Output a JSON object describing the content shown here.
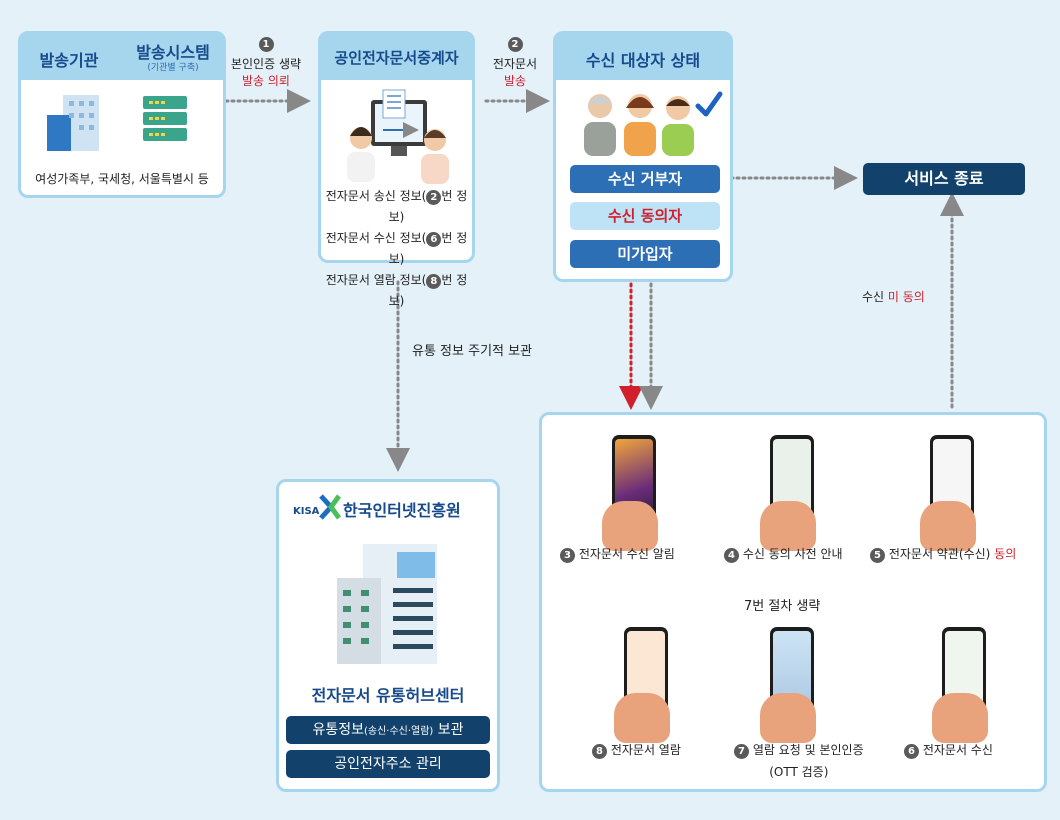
{
  "issuer": {
    "title": "발송기관",
    "system_title": "발송시스템",
    "system_sub": "(기관별 구축)",
    "examples": "여성가족부, 국세청, 서울특별시 등"
  },
  "step1": {
    "num": "1",
    "line1": "본인인증 생략",
    "line2": "발송 의뢰"
  },
  "broker": {
    "title": "공인전자문서중계자",
    "info": [
      {
        "pre": "전자문서 송신 정보(",
        "num": "2",
        "post": "번 정보)"
      },
      {
        "pre": "전자문서 수신 정보(",
        "num": "6",
        "post": "번 정보)"
      },
      {
        "pre": "전자문서 열람 정보(",
        "num": "8",
        "post": "번 정보)"
      }
    ]
  },
  "step2": {
    "num": "2",
    "line1": "전자문서",
    "line2": "발송"
  },
  "recipient": {
    "title": "수신 대상자 상태",
    "refuser": "수신 거부자",
    "consenter": "수신 동의자",
    "unsubscribed": "미가입자"
  },
  "service_end": "서비스 종료",
  "no_consent": {
    "pre": "수신 ",
    "red": "미 동의"
  },
  "archive_note": "유통 정보 주기적 보관",
  "kisa": {
    "logo_small": "KISA",
    "name": "한국인터넷진흥원",
    "center": "전자문서 유통허브센터",
    "btn1_main": "유통정보",
    "btn1_small": "(송신·수신·열람)",
    "btn1_end": " 보관",
    "btn2": "공인전자주소 관리"
  },
  "steps": {
    "s3": {
      "num": "3",
      "label": "전자문서 수신 알림"
    },
    "s4": {
      "num": "4",
      "label": "수신 동의 사전 안내"
    },
    "s5": {
      "num": "5",
      "label": "전자문서 약관(수신) ",
      "red": "동의"
    },
    "s6": {
      "num": "6",
      "label": "전자문서 수신"
    },
    "s7": {
      "num": "7",
      "label": "열람 요청 및 본인인증",
      "label2": "(OTT 검증)"
    },
    "s8": {
      "num": "8",
      "label": "전자문서 열람"
    },
    "skip": "7번 절차 생략"
  },
  "colors": {
    "accent": "#174a8c",
    "box_border": "#a6d6ee",
    "red": "#d0202c",
    "dark_btn": "#12416b",
    "mid_btn": "#2c6fb5"
  },
  "icons": [
    "building-icon",
    "server-icon",
    "broker-people-icon",
    "recipients-icon",
    "checkmark-icon",
    "kisa-logo-icon",
    "hub-building-icon",
    "phone-icon"
  ]
}
